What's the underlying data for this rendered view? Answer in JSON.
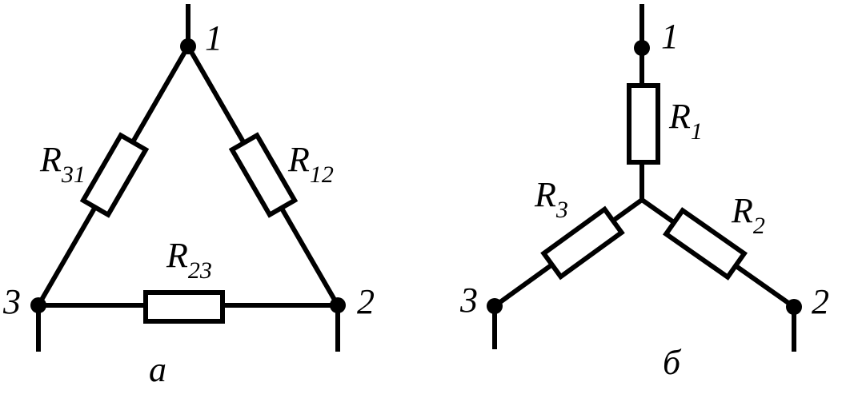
{
  "delta": {
    "caption": "а",
    "nodes": [
      "1",
      "2",
      "3"
    ],
    "resistors": {
      "r31": {
        "letter": "R",
        "sub": "31"
      },
      "r12": {
        "letter": "R",
        "sub": "12"
      },
      "r23": {
        "letter": "R",
        "sub": "23"
      }
    }
  },
  "star": {
    "caption": "б",
    "nodes": [
      "1",
      "2",
      "3"
    ],
    "resistors": {
      "r1": {
        "letter": "R",
        "sub": "1"
      },
      "r2": {
        "letter": "R",
        "sub": "2"
      },
      "r3": {
        "letter": "R",
        "sub": "3"
      }
    }
  },
  "colors": {
    "line": "#000000",
    "background": "#ffffff"
  }
}
